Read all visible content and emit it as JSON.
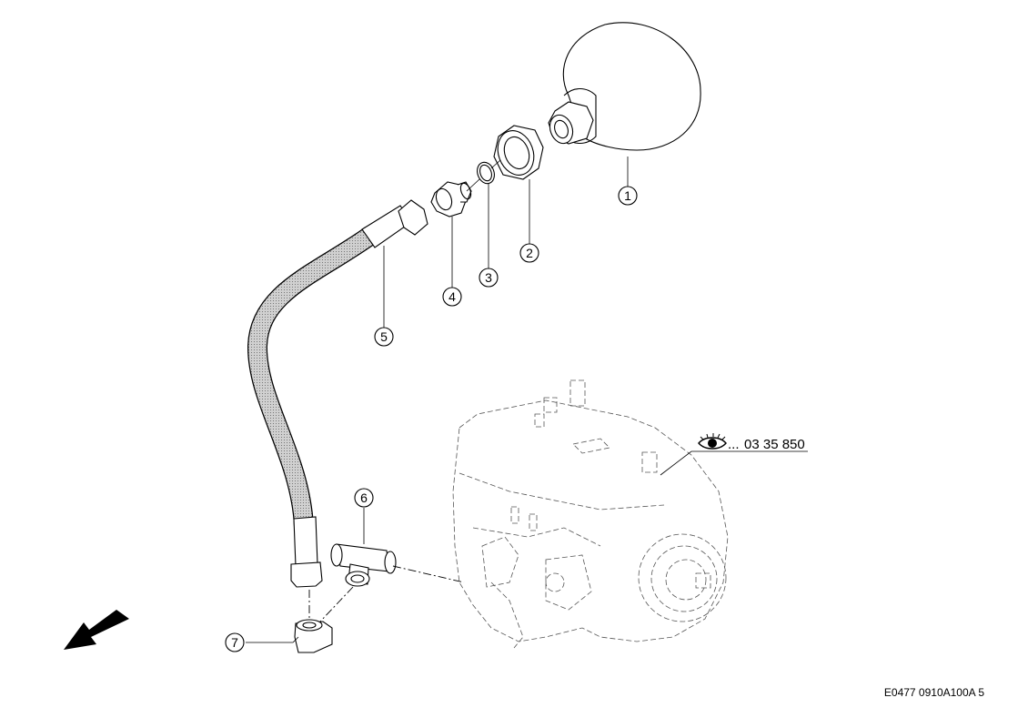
{
  "callouts": [
    "1",
    "2",
    "3",
    "4",
    "5",
    "6",
    "7"
  ],
  "reference": {
    "prefix": "...",
    "number": "03 35 850",
    "icon": "eye-icon"
  },
  "drawing_code": "E0477 0910A100A 5",
  "colors": {
    "line": "#000000",
    "hose_fill": "#bdbdbd",
    "background": "#ffffff"
  }
}
